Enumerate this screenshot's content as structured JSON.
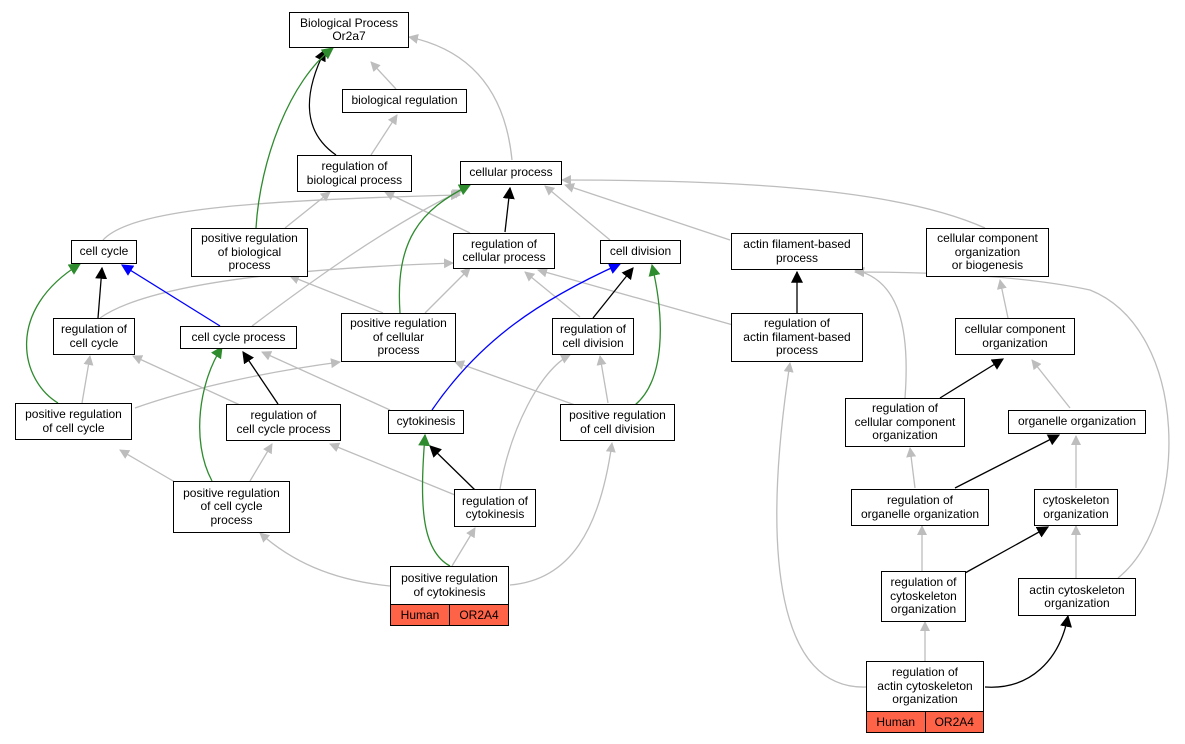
{
  "colors": {
    "grey_edge": "#bdbdbd",
    "black_edge": "#000000",
    "green_edge": "#2e8b2e",
    "blue_edge": "#0000ff",
    "annotation": "#ff6347"
  },
  "nodes": {
    "bp_root": "Biological Process\nOr2a7",
    "bio_reg": "biological regulation",
    "reg_bio_proc": "regulation of\nbiological process",
    "cell_proc": "cellular process",
    "cell_cycle": "cell cycle",
    "pos_reg_bio": "positive regulation\nof biological\nprocess",
    "reg_cell_proc": "regulation of\ncellular process",
    "cell_div": "cell division",
    "actin_fb": "actin filament-based\nprocess",
    "ccob": "cellular component\norganization\nor biogenesis",
    "reg_cc": "regulation of\ncell cycle",
    "ccp": "cell cycle process",
    "pos_reg_cell_proc": "positive regulation\nof cellular\nprocess",
    "reg_cdiv": "regulation of\ncell division",
    "reg_actin_fb": "regulation of\nactin filament-based\nprocess",
    "cc_org": "cellular component\norganization",
    "pos_reg_cc": "positive regulation\nof cell cycle",
    "reg_ccp": "regulation of\ncell cycle process",
    "cytokinesis": "cytokinesis",
    "pos_reg_cdiv": "positive regulation\nof cell division",
    "reg_cco": "regulation of\ncellular component\norganization",
    "org_org": "organelle organization",
    "pos_reg_ccp": "positive regulation\nof cell cycle\nprocess",
    "reg_cytok": "regulation of\ncytokinesis",
    "reg_org_org": "regulation of\norganelle organization",
    "cytoskel_org": "cytoskeleton\norganization",
    "pos_reg_cytok": "positive regulation\nof cytokinesis",
    "reg_cytoskel_org": "regulation of\ncytoskeleton\norganization",
    "actin_cytoskel_org": "actin cytoskeleton\norganization",
    "reg_actin_cytoskel_org": "regulation of\nactin cytoskeleton\norganization"
  },
  "annotations": {
    "pos_reg_cytok": {
      "species": "Human",
      "gene": "OR2A4"
    },
    "reg_actin_cytoskel_org": {
      "species": "Human",
      "gene": "OR2A4"
    }
  }
}
